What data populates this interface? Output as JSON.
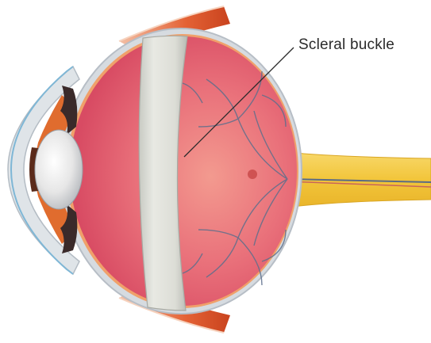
{
  "diagram": {
    "labels": {
      "scleral_buckle": "Scleral buckle"
    },
    "parts": [
      "eyeball",
      "cornea",
      "lens",
      "iris",
      "retina",
      "blood-vessels",
      "macula",
      "optic-nerve",
      "muscle-top",
      "muscle-bottom",
      "scleral-buckle"
    ],
    "colors": {
      "retina": "#e05a6a",
      "retina_center": "#f08a8a",
      "sclera": "#c9ced3",
      "buckle": "#dfe0da",
      "optic_nerve": "#f4c63c",
      "muscle": "#e0552a",
      "vessels": "#5a6b86",
      "leader_line": "#2b2b2b"
    }
  }
}
